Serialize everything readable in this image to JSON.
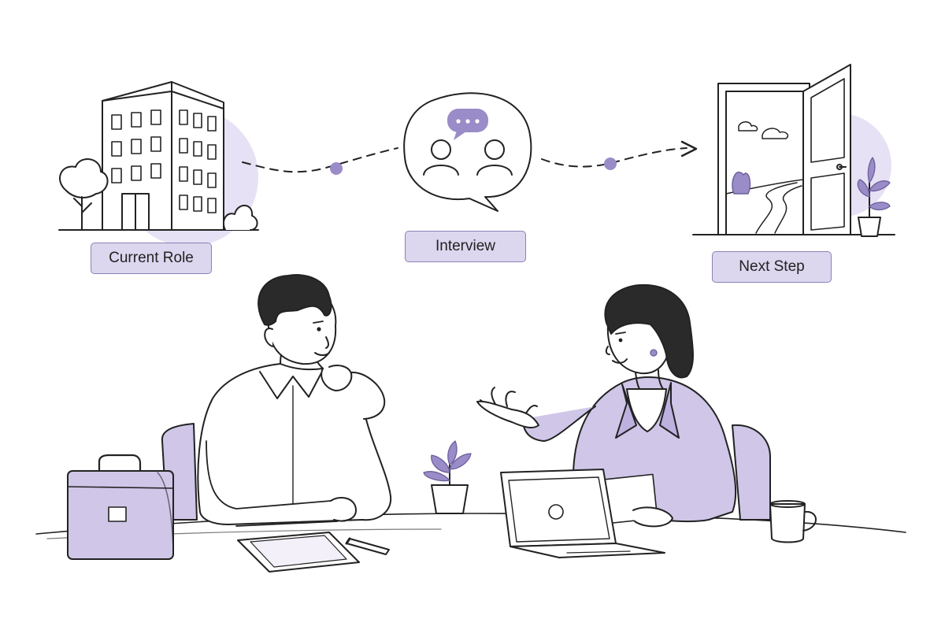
{
  "labels": {
    "current_role": "Current Role",
    "interview": "Interview",
    "next_step": "Next Step"
  },
  "colors": {
    "ink": "#222222",
    "accent": "#9a8cc8",
    "accent_light": "#e6e1f4",
    "label_fill": "#dcd6ee",
    "label_border": "#8d82b8",
    "dot": "#9a8cc8"
  },
  "icons": [
    "office-building-icon",
    "chat-bubble-icon",
    "open-door-icon",
    "arrow-right-icon"
  ]
}
